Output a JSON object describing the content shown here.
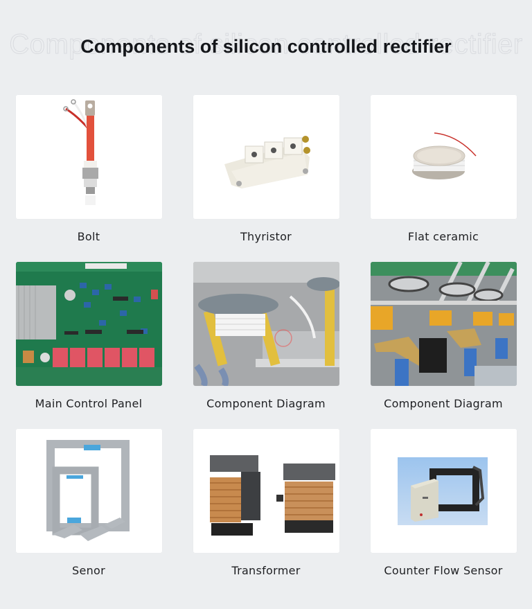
{
  "header": {
    "ghost_title": "Components of silicon controlled rectifier",
    "title": "Components of silicon controlled rectifier"
  },
  "colors": {
    "background": "#eceef0",
    "card": "#ffffff",
    "title_text": "#14161a",
    "label_text": "#1e1f22"
  },
  "items": [
    {
      "label": "Bolt",
      "image": "bolt-thyristor-photo"
    },
    {
      "label": "Thyristor",
      "image": "thyristor-module-photo"
    },
    {
      "label": "Flat ceramic",
      "image": "flat-ceramic-thyristor-photo"
    },
    {
      "label": "Main Control Panel",
      "image": "control-circuit-board-photo"
    },
    {
      "label": "Component Diagram",
      "image": "installed-thyristor-assembly-photo"
    },
    {
      "label": "Component Diagram",
      "image": "rectifier-stack-assembly-photo"
    },
    {
      "label": "Senor",
      "image": "current-sensor-frames-photo"
    },
    {
      "label": "Transformer",
      "image": "transformers-photo"
    },
    {
      "label": "Counter Flow Sensor",
      "image": "counter-flow-sensor-photo"
    }
  ]
}
